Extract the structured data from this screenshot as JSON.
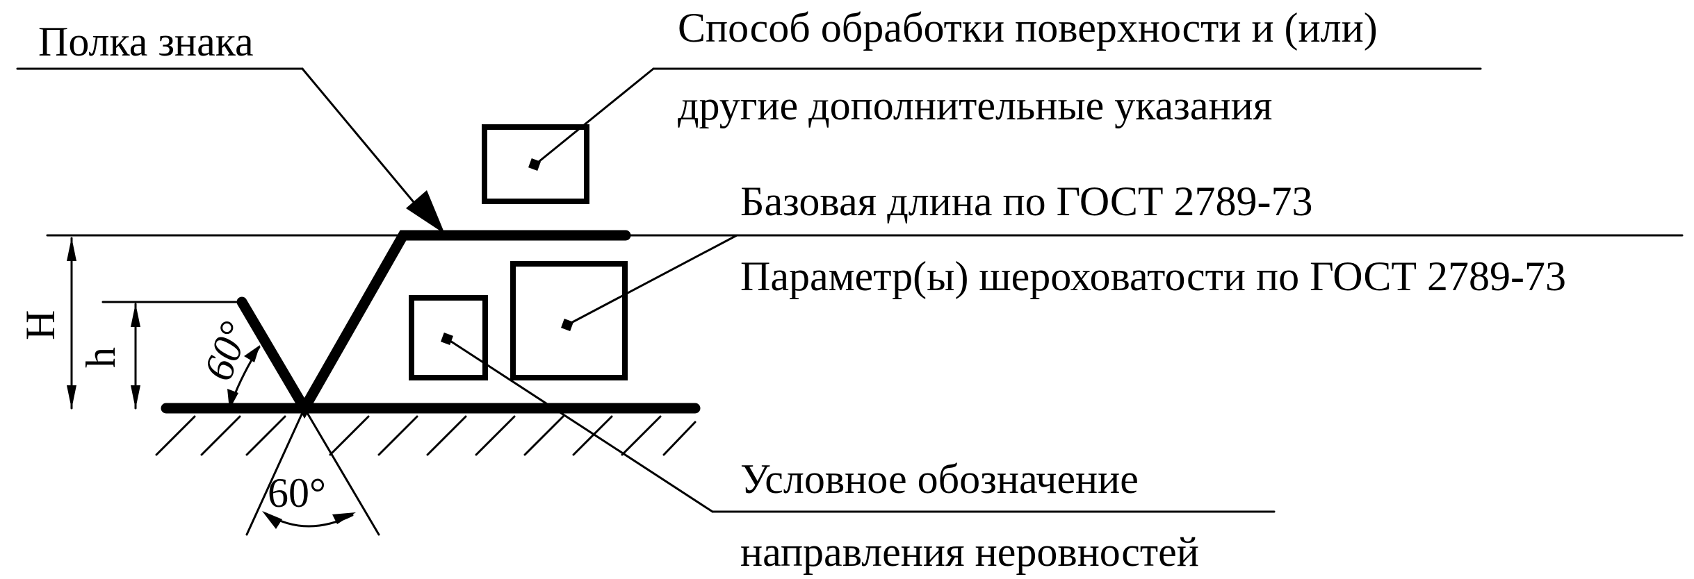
{
  "labels": {
    "sign_shelf": "Полка знака",
    "processing_line1": "Способ обработки поверхности и (или)",
    "processing_line2": "другие дополнительные указания",
    "base_length": "Базовая длина по ГОСТ 2789-73",
    "roughness_params": "Параметр(ы) шероховатости по ГОСТ 2789-73",
    "direction_line1": "Условное обозначение",
    "direction_line2": "направления неровностей",
    "dim_H": "H",
    "dim_h": "h",
    "angle_upper": "60°",
    "angle_lower": "60°"
  }
}
